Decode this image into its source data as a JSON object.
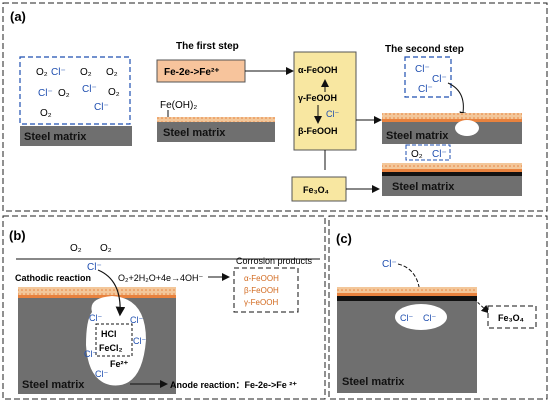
{
  "colors": {
    "steel": "#6f6f6f",
    "rust_light": "#f3c79a",
    "rust_orange": "#e8823e",
    "oxide_black": "#111111",
    "product_box": "#f8e7a1",
    "fe2_box": "#f7c49c",
    "ion_blue": "#1f4fb0",
    "product_text": "#d2691e"
  },
  "panel_a": {
    "label": "(a)",
    "first_step_title": "The first step",
    "second_step_title": "The second step",
    "ions_box": [
      "O₂",
      "Cl⁻",
      "O₂",
      "O₂",
      "Cl⁻",
      "O₂",
      "Cl⁻",
      "O₂",
      "Cl⁻",
      "O₂"
    ],
    "steel_label_1": "Steel matrix",
    "steel_label_2": "Steel matrix",
    "steel_label_3": "Steel matrix",
    "steel_label_4": "Steel matrix",
    "feoh2": "Fe(OH)₂",
    "fe2_reaction": "Fe-2e->Fe²⁺",
    "alpha": "α-FeOOH",
    "gamma": "γ-FeOOH",
    "beta": "β-FeOOH",
    "cl_in_box": "Cl⁻",
    "fe3o4": "Fe₃O₄",
    "second_cl": [
      "Cl⁻",
      "Cl⁻",
      "Cl⁻"
    ],
    "top_ions": [
      "O₂",
      "Cl⁻"
    ]
  },
  "panel_b": {
    "label": "(b)",
    "o2_left": "O₂",
    "o2_right": "O₂",
    "cl_top": "Cl⁻",
    "cathodic": "Cathodic reaction",
    "cathodic_eq": "O₂+2H₂O+4e→4OH⁻",
    "corrosion_products": "Corrosion products",
    "products": [
      "α-FeOOH",
      "β-FeOOH",
      "γ-FeOOH"
    ],
    "hcl": "HCl",
    "fecl2": "FeCl₂",
    "pit_cl": [
      "Cl⁻",
      "Cl⁻",
      "Cl⁻",
      "Cl⁻",
      "Cl⁻"
    ],
    "fe2": "Fe²⁺",
    "steel_label": "Steel matrix",
    "anode": "Anode reaction：Fe-2e->Fe ²⁺"
  },
  "panel_c": {
    "label": "(c)",
    "cl_top": "Cl⁻",
    "pit_cl": [
      "Cl⁻",
      "Cl⁻"
    ],
    "fe3o4": "Fe₃O₄",
    "steel_label": "Steel matrix"
  }
}
